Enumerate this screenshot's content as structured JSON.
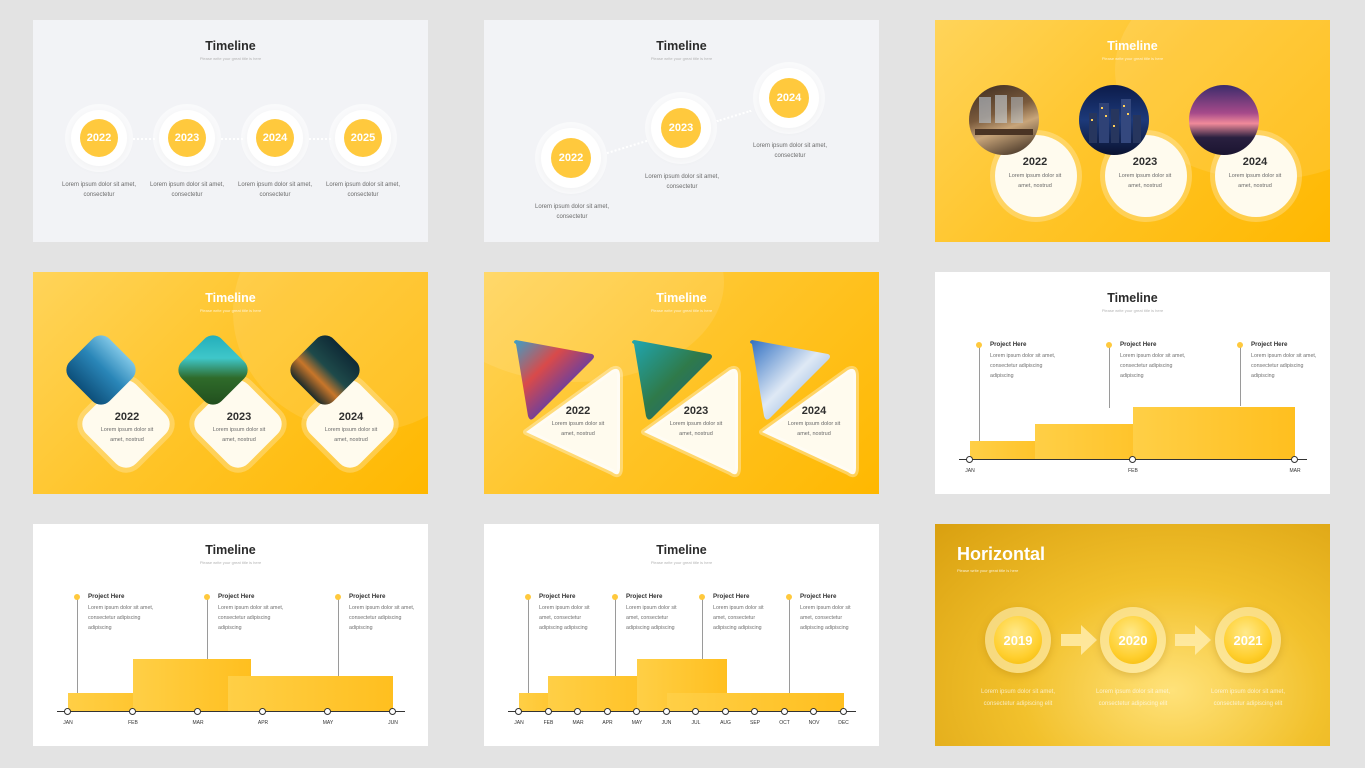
{
  "slides": [
    {
      "title": "Timeline",
      "subtitle": "Please write your great title is here",
      "items": [
        {
          "year": "2022",
          "text": "Lorem ipsum dolor sit amet, consectetur"
        },
        {
          "year": "2023",
          "text": "Lorem ipsum dolor sit amet, consectetur"
        },
        {
          "year": "2024",
          "text": "Lorem ipsum dolor sit amet, consectetur"
        },
        {
          "year": "2025",
          "text": "Lorem ipsum dolor sit amet, consectetur"
        }
      ]
    },
    {
      "title": "Timeline",
      "subtitle": "Please write your great title is here",
      "items": [
        {
          "year": "2022",
          "text": "Lorem ipsum dolor sit amet, consectetur"
        },
        {
          "year": "2023",
          "text": "Lorem ipsum dolor sit amet, consectetur"
        },
        {
          "year": "2024",
          "text": "Lorem ipsum dolor sit amet, consectetur"
        }
      ]
    },
    {
      "title": "Timeline",
      "subtitle": "Please write your great title is here",
      "items": [
        {
          "year": "2022",
          "text": "Lorem ipsum dolor sit amet, nostrud"
        },
        {
          "year": "2023",
          "text": "Lorem ipsum dolor sit amet, nostrud"
        },
        {
          "year": "2024",
          "text": "Lorem ipsum dolor sit amet, nostrud"
        }
      ]
    },
    {
      "title": "Timeline",
      "subtitle": "Please write your great title is here",
      "items": [
        {
          "year": "2022",
          "text": "Lorem ipsum dolor sit amet, nostrud"
        },
        {
          "year": "2023",
          "text": "Lorem ipsum dolor sit amet, nostrud"
        },
        {
          "year": "2024",
          "text": "Lorem ipsum dolor sit amet, nostrud"
        }
      ]
    },
    {
      "title": "Timeline",
      "subtitle": "Please write your great title is here",
      "items": [
        {
          "year": "2022",
          "text": "Lorem ipsum dolor sit amet, nostrud"
        },
        {
          "year": "2023",
          "text": "Lorem ipsum dolor sit amet, nostrud"
        },
        {
          "year": "2024",
          "text": "Lorem ipsum dolor sit amet, nostrud"
        }
      ]
    },
    {
      "title": "Timeline",
      "subtitle": "Please write your great title is here",
      "project_heading": "Project Here",
      "project_text": "Lorem ipsum dolor sit amet, consectetur adipiscing adipiscing",
      "months": [
        "JAN",
        "FEB",
        "MAR"
      ]
    },
    {
      "title": "Timeline",
      "subtitle": "Please write your great title is here",
      "project_heading": "Project Here",
      "project_text": "Lorem ipsum dolor sit amet, consectetur adipiscing adipiscing",
      "months": [
        "JAN",
        "FEB",
        "MAR",
        "APR",
        "MAY",
        "JUN"
      ]
    },
    {
      "title": "Timeline",
      "subtitle": "Please write your great title is here",
      "project_heading": "Project Here",
      "project_text": "Lorem ipsum dolor sit amet, consectetur adipiscing adipiscing",
      "months": [
        "JAN",
        "FEB",
        "MAR",
        "APR",
        "MAY",
        "JUN",
        "JUL",
        "AUG",
        "SEP",
        "OCT",
        "NOV",
        "DEC"
      ]
    },
    {
      "title": "Horizontal",
      "subtitle": "Please write your great title is here",
      "items": [
        {
          "year": "2019",
          "text": "Lorem ipsum dolor sit amet, consectetur adipiscing elit"
        },
        {
          "year": "2020",
          "text": "Lorem ipsum dolor sit amet, consectetur adipiscing elit"
        },
        {
          "year": "2021",
          "text": "Lorem ipsum dolor sit amet, consectetur adipiscing elit"
        }
      ]
    }
  ],
  "colors": {
    "accent_yellow": "#ffc93d",
    "dark_text": "#2b2b2b",
    "page_background": "#e3e3e3"
  }
}
